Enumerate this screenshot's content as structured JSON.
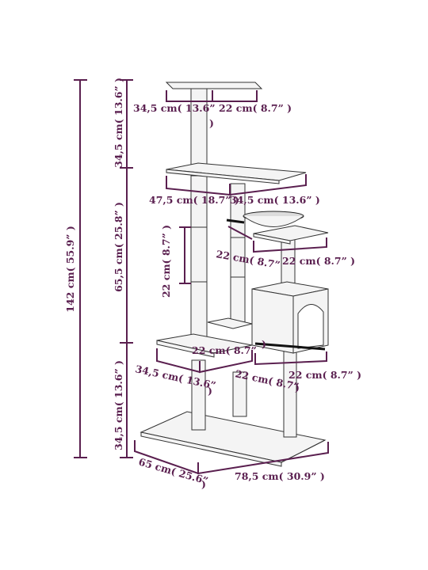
{
  "colors": {
    "dimension": "#5a1f4f",
    "outline": "#333333"
  },
  "dimensions": {
    "total_height": "142 cm( 55.9” )",
    "top_section_height": "34,5 cm( 13.6” )",
    "middle_section_height": "65,5 cm( 25.8” )",
    "bottom_section_height": "34,5 cm( 13.6” )",
    "top_platform_width": "34,5 cm( 13.6”",
    "top_platform_close": ")",
    "top_platform_depth": "22 cm( 8.7” )",
    "second_platform_width": "47,5 cm( 18.7” )",
    "second_platform_depth": "34,5 cm( 13.6” )",
    "post_height": "22 cm( 8.7” )",
    "hammock_depth": "22 cm( 8.7”",
    "right_platform_depth": "22 cm( 8.7” )",
    "lower_platform_depth": "22 cm( 8.7”",
    "lower_platform_depth_close": ")",
    "lower_left_width": "34,5 cm( 13.6”",
    "lower_left_close": ")",
    "lower_mid_width": "22 cm( 8.7”",
    "lower_mid_close": ")",
    "house_width": "22 cm( 8.7” )",
    "base_depth": "65 cm( 25.6”",
    "base_depth_close": ")",
    "base_width": "78,5 cm( 30.9” )"
  }
}
